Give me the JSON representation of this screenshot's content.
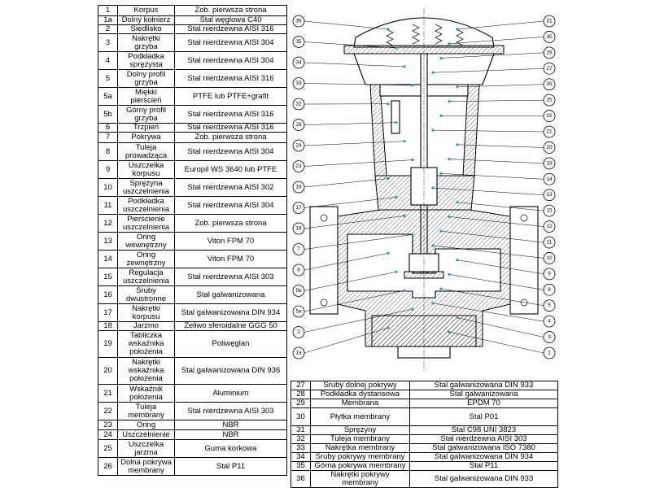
{
  "left_table": [
    {
      "no": "1",
      "name": "Korpus",
      "material": "Zob. pierwsza strona",
      "h": 13
    },
    {
      "no": "1a",
      "name": "Dolny kołnierz",
      "material": "Stal węglowa C40",
      "h": 11
    },
    {
      "no": "2",
      "name": "Siedlisko",
      "material": "Stal nierdzewna AISI 316",
      "h": 11
    },
    {
      "no": "3",
      "name": "Nakrętki grzyba",
      "material": "Stal nierdzewna AISI 304",
      "h": 22
    },
    {
      "no": "4",
      "name": "Podkładka sprężysta",
      "material": "Stal nierdzewna AISI 304",
      "h": 22
    },
    {
      "no": "5",
      "name": "Dolny profil grzyba",
      "material": "Stal nierdzewna AISI 316",
      "h": 22
    },
    {
      "no": "5a",
      "name": "Miękki pierścień",
      "material": "PTFE lub PTFE+grafit",
      "h": 22
    },
    {
      "no": "5b",
      "name": "Górny profil grzyba",
      "material": "Stal nierdzewna AISI 316",
      "h": 22
    },
    {
      "no": "6",
      "name": "Trzpień",
      "material": "Stal nierdzewna AISI 316",
      "h": 11
    },
    {
      "no": "7",
      "name": "Pokrywa",
      "material": "Zob. pierwsza strona",
      "h": 13
    },
    {
      "no": "8",
      "name": "Tuleja prowadząca",
      "material": "Stal nierdzewna AISI 304",
      "h": 22
    },
    {
      "no": "9",
      "name": "Uszczelka korpusu",
      "material": "Europil WS 3640 lub PTFE",
      "h": 22
    },
    {
      "no": "10",
      "name": "Sprężyna uszczelnienia",
      "material": "Stal nierdzewna AISI 302",
      "h": 22
    },
    {
      "no": "11",
      "name": "Podkładka uszczelnienia",
      "material": "Stal nierdzewna AISI 304",
      "h": 22
    },
    {
      "no": "12",
      "name": "Pierścienie uszczelnienia",
      "material": "Zob. pierwsza strona",
      "h": 22
    },
    {
      "no": "13",
      "name": "Oring wewnętrzny",
      "material": "Viton FPM 70",
      "h": 22
    },
    {
      "no": "14",
      "name": "Oring zewnętrzny",
      "material": "Viton FPM 70",
      "h": 22
    },
    {
      "no": "15",
      "name": "Regulacja uszczelnienia",
      "material": "Stal nierdzewna AISI 303",
      "h": 22
    },
    {
      "no": "16",
      "name": "Śruby dwustronne",
      "material": "Stal galwanizowana",
      "h": 22
    },
    {
      "no": "17",
      "name": "Nakrętki korpusu",
      "material": "Stal galwanizowana DIN 934",
      "h": 22
    },
    {
      "no": "18",
      "name": "Jarzmo",
      "material": "Żeliwo sferoidalne GGG 50",
      "h": 11
    },
    {
      "no": "19",
      "name": "Tabliczka wskaźnika położenia",
      "material": "Poliwęglan",
      "h": 33
    },
    {
      "no": "20",
      "name": "Nakrętki wskaźnika położenia",
      "material": "Stal galwanizowana DIN 936",
      "h": 33
    },
    {
      "no": "21",
      "name": "Wskaźnik położenia",
      "material": "Aluminium",
      "h": 22
    },
    {
      "no": "22",
      "name": "Tuleja membrany",
      "material": "Stal nierdzewna AISI 303",
      "h": 22
    },
    {
      "no": "23",
      "name": "Oring",
      "material": "NBR",
      "h": 12
    },
    {
      "no": "24",
      "name": "Uszczelnienie",
      "material": "NBR",
      "h": 12
    },
    {
      "no": "25",
      "name": "Uszczelka jarzma",
      "material": "Guma korkowa",
      "h": 22
    },
    {
      "no": "26",
      "name": "Dolna pokrywa membrany",
      "material": "Stal P11",
      "h": 22
    }
  ],
  "right_table": [
    {
      "no": "27",
      "name": "Śruby dolnej pokrywy",
      "material": "Stal galwanizowana DIN 933",
      "h": 11
    },
    {
      "no": "28",
      "name": "Podkładka dystansowa",
      "material": "Stal galwanizowana",
      "h": 11
    },
    {
      "no": "29",
      "name": "Membrana",
      "material": "EPDM 70",
      "h": 11
    },
    {
      "no": "30",
      "name": "Płytka membrany",
      "material": "Stal P01",
      "h": 22
    },
    {
      "no": "31",
      "name": "Sprężyny",
      "material": "Stal C98 UNI 3823",
      "h": 11
    },
    {
      "no": "32",
      "name": "Tuleja membrany",
      "material": "Stal nierdzewna AISI 303",
      "h": 11
    },
    {
      "no": "33",
      "name": "Nakrętka membrany",
      "material": "Stal galwanizowana ISO 7380",
      "h": 11
    },
    {
      "no": "34",
      "name": "Śruby pokrywy membrany",
      "material": "Stal galwanizowana DIN 934",
      "h": 11
    },
    {
      "no": "35",
      "name": "Górna pokrywa membrany",
      "material": "Stal P11",
      "h": 11
    },
    {
      "no": "36",
      "name": "Nakrętki pokrywy membrany",
      "material": "Stal galwanizowana DIN 933",
      "h": 11
    }
  ],
  "diagram": {
    "left_callouts": [
      "36",
      "35",
      "34",
      "33",
      "32",
      "28",
      "24",
      "23",
      "18",
      "17",
      "16",
      "7",
      "6",
      "5b",
      "5a",
      "2",
      "1a"
    ],
    "right_callouts": [
      "31",
      "30",
      "29",
      "27",
      "26",
      "25",
      "22",
      "21",
      "20",
      "19",
      "14",
      "13",
      "15",
      "12",
      "11",
      "10",
      "9",
      "8",
      "5",
      "4",
      "3",
      "1"
    ]
  }
}
